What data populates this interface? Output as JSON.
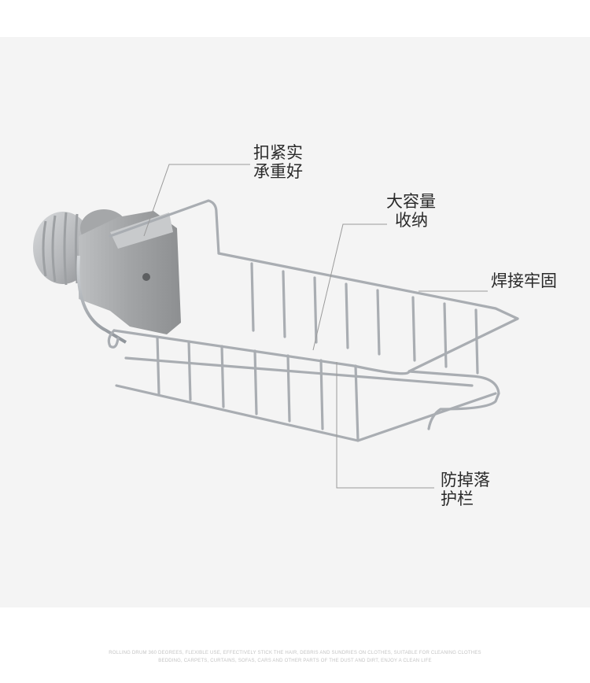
{
  "callouts": {
    "clamp": {
      "line1": "扣紧实",
      "line2": "承重好"
    },
    "capacity": {
      "line1": "大容量",
      "line2": "收纳"
    },
    "weld": {
      "line1": "焊接牢固"
    },
    "guard": {
      "line1": "防掉落",
      "line2": "护栏"
    }
  },
  "footer": {
    "line1": "ROLLING DRUM 360 DEGREES, FLEXIBLE USE, EFFECTIVELY STICK THE HAIR, DEBRIS AND SUNDRIES ON CLOTHES, SUITABLE FOR CLEANING CLOTHES",
    "line2": "BEDDING, CARPETS, CURTAINS, SOFAS, CARS AND OTHER PARTS OF THE DUST AND DIRT, ENJOY A CLEAN LIFE"
  },
  "colors": {
    "panel": "#f4f4f4",
    "wire": "#a9adb2",
    "clamp": "#a4a6a8",
    "leader": "#9a9a9a"
  }
}
